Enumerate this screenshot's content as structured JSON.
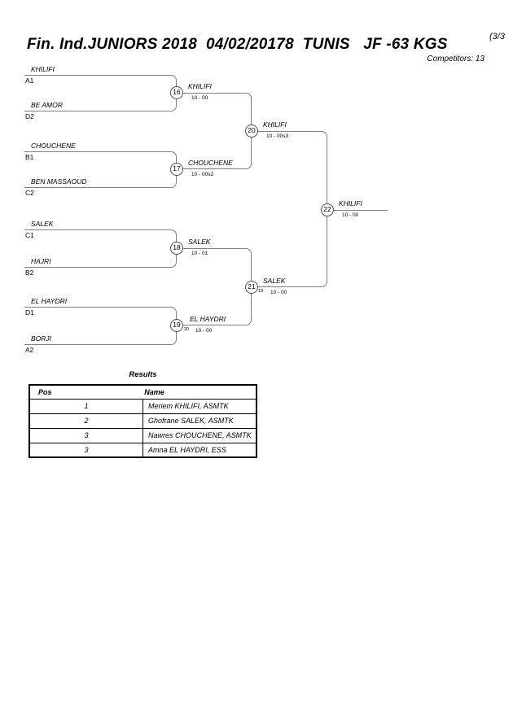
{
  "header": {
    "title": "Fin. Ind.JUNIORS 2018  04/02/20178  TUNIS   JF -63 KGS",
    "page_indicator": "(3/3",
    "competitors": "Competitors: 13"
  },
  "bracket": {
    "round1": [
      {
        "name": "KHILIFI",
        "seed": "A1"
      },
      {
        "name": "BE AMOR",
        "seed": "D2"
      },
      {
        "name": "CHOUCHENE",
        "seed": "B1"
      },
      {
        "name": "BEN MASSAOUD",
        "seed": "C2"
      },
      {
        "name": "SALEK",
        "seed": "C1"
      },
      {
        "name": "HAJRI",
        "seed": "B2"
      },
      {
        "name": "EL HAYDRI",
        "seed": "D1"
      },
      {
        "name": "BORJI",
        "seed": "A2"
      }
    ],
    "matches": [
      {
        "number": "16",
        "winner": "KHILIFI",
        "score": "10 - 00",
        "annotation": ""
      },
      {
        "number": "17",
        "winner": "CHOUCHENE",
        "score": "10 - 00s2",
        "annotation": ""
      },
      {
        "number": "18",
        "winner": "SALEK",
        "score": "10 - 01",
        "annotation": ""
      },
      {
        "number": "19",
        "winner": "EL HAYDRI",
        "score": "10 - 00",
        "annotation": "20"
      },
      {
        "number": "20",
        "winner": "KHILIFI",
        "score": "10 - 00s3",
        "annotation": ""
      },
      {
        "number": "21",
        "winner": "SALEK",
        "score": "10 - 00",
        "annotation": "19"
      },
      {
        "number": "22",
        "winner": "KHILIFI",
        "score": "10 - 00",
        "annotation": ""
      }
    ]
  },
  "results": {
    "title": "Results",
    "columns": {
      "pos": "Pos",
      "name": "Name"
    },
    "rows": [
      {
        "pos": "1",
        "name": "Meriem KHILIFI, ASMTK"
      },
      {
        "pos": "2",
        "name": "Ghofrane SALEK, ASMTK"
      },
      {
        "pos": "3",
        "name": "Nawres CHOUCHENE, ASMTK"
      },
      {
        "pos": "3",
        "name": "Amna EL HAYDRI, ESS"
      }
    ]
  }
}
